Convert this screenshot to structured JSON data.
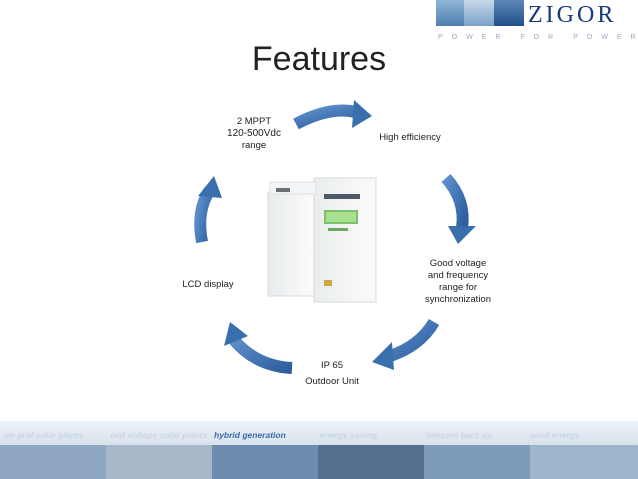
{
  "header": {
    "logo_text": "ZIGOR",
    "logo_tagline": "POWER FOR POWER",
    "title": "Features"
  },
  "features": [
    {
      "id": "mppt",
      "lines": [
        "2 MPPT",
        "120-500Vdc",
        "range"
      ]
    },
    {
      "id": "efficiency",
      "lines": [
        "High efficiency"
      ]
    },
    {
      "id": "voltage",
      "lines": [
        "Good voltage",
        "and frequency",
        "range for",
        "synchronization"
      ]
    },
    {
      "id": "ip65",
      "lines": [
        "IP 65",
        "Outdoor Unit"
      ]
    },
    {
      "id": "lcd",
      "lines": [
        "LCD display"
      ]
    }
  ],
  "footer": {
    "labels": [
      "on-grid solar plants",
      "mid voltage solar plants",
      "hybrid generation",
      "energy saving",
      "telecom back up",
      "wind energy"
    ]
  },
  "colors": {
    "arrow": "#3a6fae",
    "title": "#222222",
    "footer_text": "#e8eef6"
  },
  "icons": [
    "logo-icon",
    "curved-arrow-icon",
    "inverter-illustration"
  ]
}
